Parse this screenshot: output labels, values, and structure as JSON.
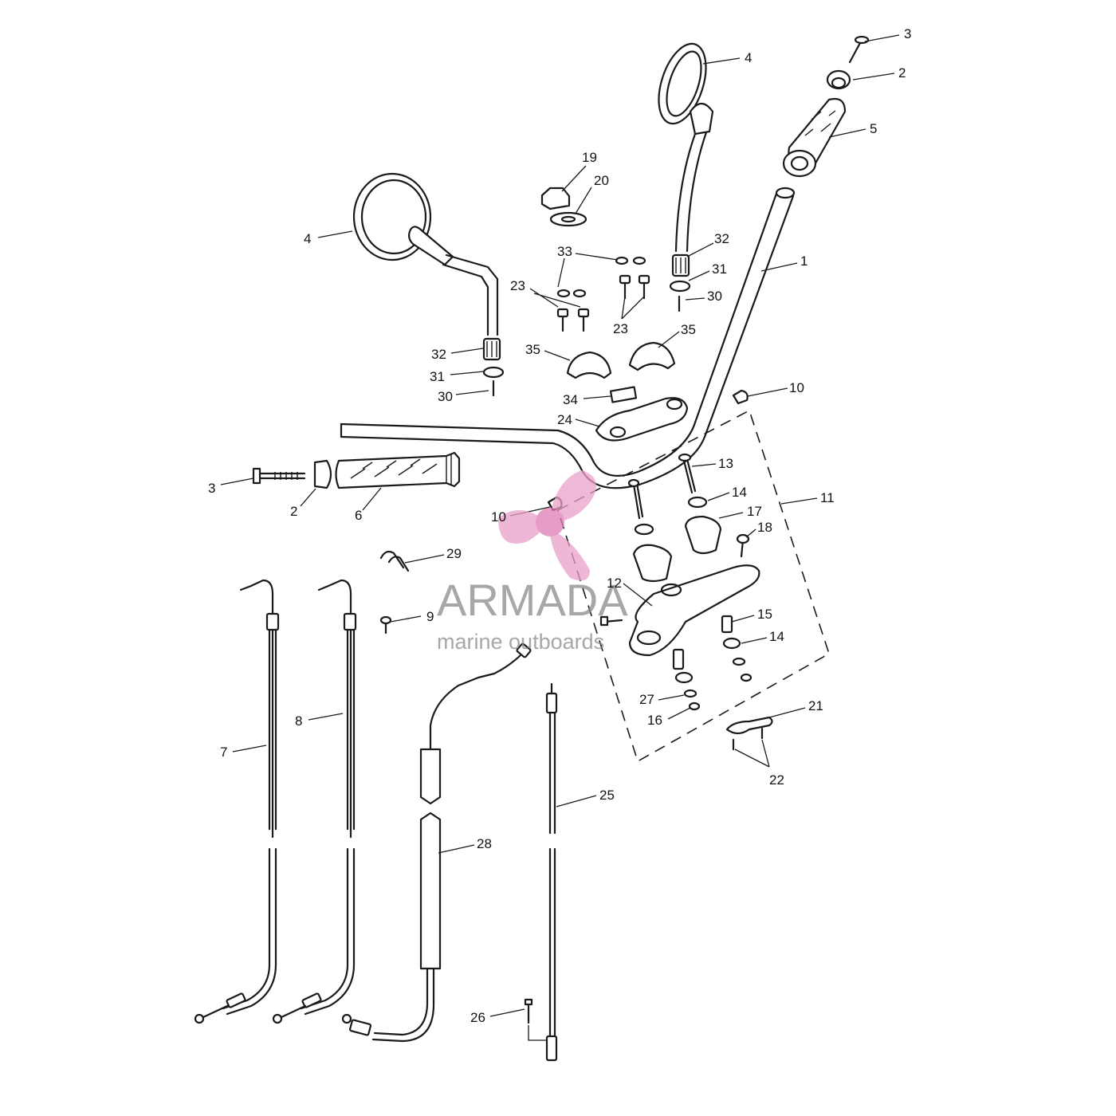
{
  "callouts": [
    {
      "id": "c3a",
      "label": "3"
    },
    {
      "id": "c2a",
      "label": "2"
    },
    {
      "id": "c4a",
      "label": "4"
    },
    {
      "id": "c5",
      "label": "5"
    },
    {
      "id": "c19",
      "label": "19"
    },
    {
      "id": "c20",
      "label": "20"
    },
    {
      "id": "c4b",
      "label": "4"
    },
    {
      "id": "c32a",
      "label": "32"
    },
    {
      "id": "c1",
      "label": "1"
    },
    {
      "id": "c33",
      "label": "33"
    },
    {
      "id": "c31a",
      "label": "31"
    },
    {
      "id": "c23a",
      "label": "23"
    },
    {
      "id": "c30a",
      "label": "30"
    },
    {
      "id": "c23b",
      "label": "23"
    },
    {
      "id": "c35a",
      "label": "35"
    },
    {
      "id": "c35b",
      "label": "35"
    },
    {
      "id": "c32b",
      "label": "32"
    },
    {
      "id": "c31b",
      "label": "31"
    },
    {
      "id": "c30b",
      "label": "30"
    },
    {
      "id": "c10a",
      "label": "10"
    },
    {
      "id": "c34",
      "label": "34"
    },
    {
      "id": "c24",
      "label": "24"
    },
    {
      "id": "c13",
      "label": "13"
    },
    {
      "id": "c3b",
      "label": "3"
    },
    {
      "id": "c14a",
      "label": "14"
    },
    {
      "id": "c11",
      "label": "11"
    },
    {
      "id": "c2b",
      "label": "2"
    },
    {
      "id": "c6",
      "label": "6"
    },
    {
      "id": "c10b",
      "label": "10"
    },
    {
      "id": "c17",
      "label": "17"
    },
    {
      "id": "c18",
      "label": "18"
    },
    {
      "id": "c29",
      "label": "29"
    },
    {
      "id": "c12",
      "label": "12"
    },
    {
      "id": "c9",
      "label": "9"
    },
    {
      "id": "c15",
      "label": "15"
    },
    {
      "id": "c14b",
      "label": "14"
    },
    {
      "id": "c27",
      "label": "27"
    },
    {
      "id": "c21",
      "label": "21"
    },
    {
      "id": "c16",
      "label": "16"
    },
    {
      "id": "c8",
      "label": "8"
    },
    {
      "id": "c7",
      "label": "7"
    },
    {
      "id": "c22",
      "label": "22"
    },
    {
      "id": "c25",
      "label": "25"
    },
    {
      "id": "c28",
      "label": "28"
    },
    {
      "id": "c26",
      "label": "26"
    }
  ],
  "watermark": {
    "brand": "ARMADA",
    "tagline": "marine outboards",
    "colors": {
      "logo": "#e8a0c8",
      "hub": "#e07ab5",
      "text": "#8a8a8a"
    }
  }
}
